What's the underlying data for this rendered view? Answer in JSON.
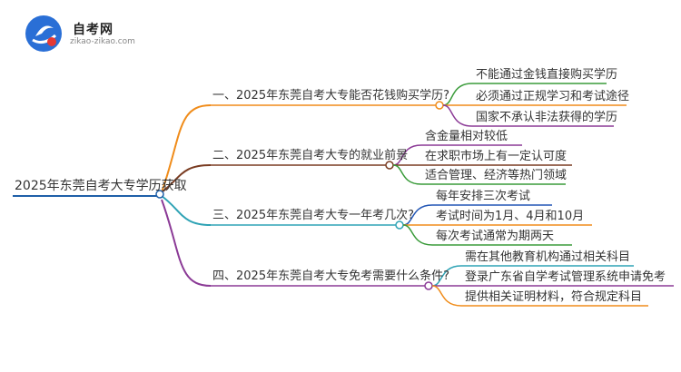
{
  "header": {
    "brand": "自考网",
    "domain": "zikao-zikao.com"
  },
  "colors": {
    "root": "#1f5fa8",
    "orange": "#f08c1a",
    "brown": "#7a3c22",
    "teal": "#2fa3b5",
    "purple": "#8b3a96",
    "green": "#3a9b3a",
    "blue": "#2357b5"
  },
  "mindmap": {
    "root": "2025年东莞自考大专学历获取",
    "branches": [
      {
        "title": "一、2025年东莞自考大专能否花钱购买学历?",
        "leaves": [
          "不能通过金钱直接购买学历",
          "必须通过正规学习和考试途径",
          "国家不承认非法获得的学历"
        ]
      },
      {
        "title": "二、2025年东莞自考大专的就业前景",
        "leaves": [
          "含金量相对较低",
          "在求职市场上有一定认可度",
          "适合管理、经济等热门领域"
        ]
      },
      {
        "title": "三、2025年东莞自考大专一年考几次?",
        "leaves": [
          "每年安排三次考试",
          "考试时间为1月、4月和10月",
          "每次考试通常为期两天"
        ]
      },
      {
        "title": "四、2025年东莞自考大专免考需要什么条件?",
        "leaves": [
          "需在其他教育机构通过相关科目",
          "登录广东省自学考试管理系统申请免考",
          "提供相关证明材料，符合规定科目"
        ]
      }
    ]
  }
}
